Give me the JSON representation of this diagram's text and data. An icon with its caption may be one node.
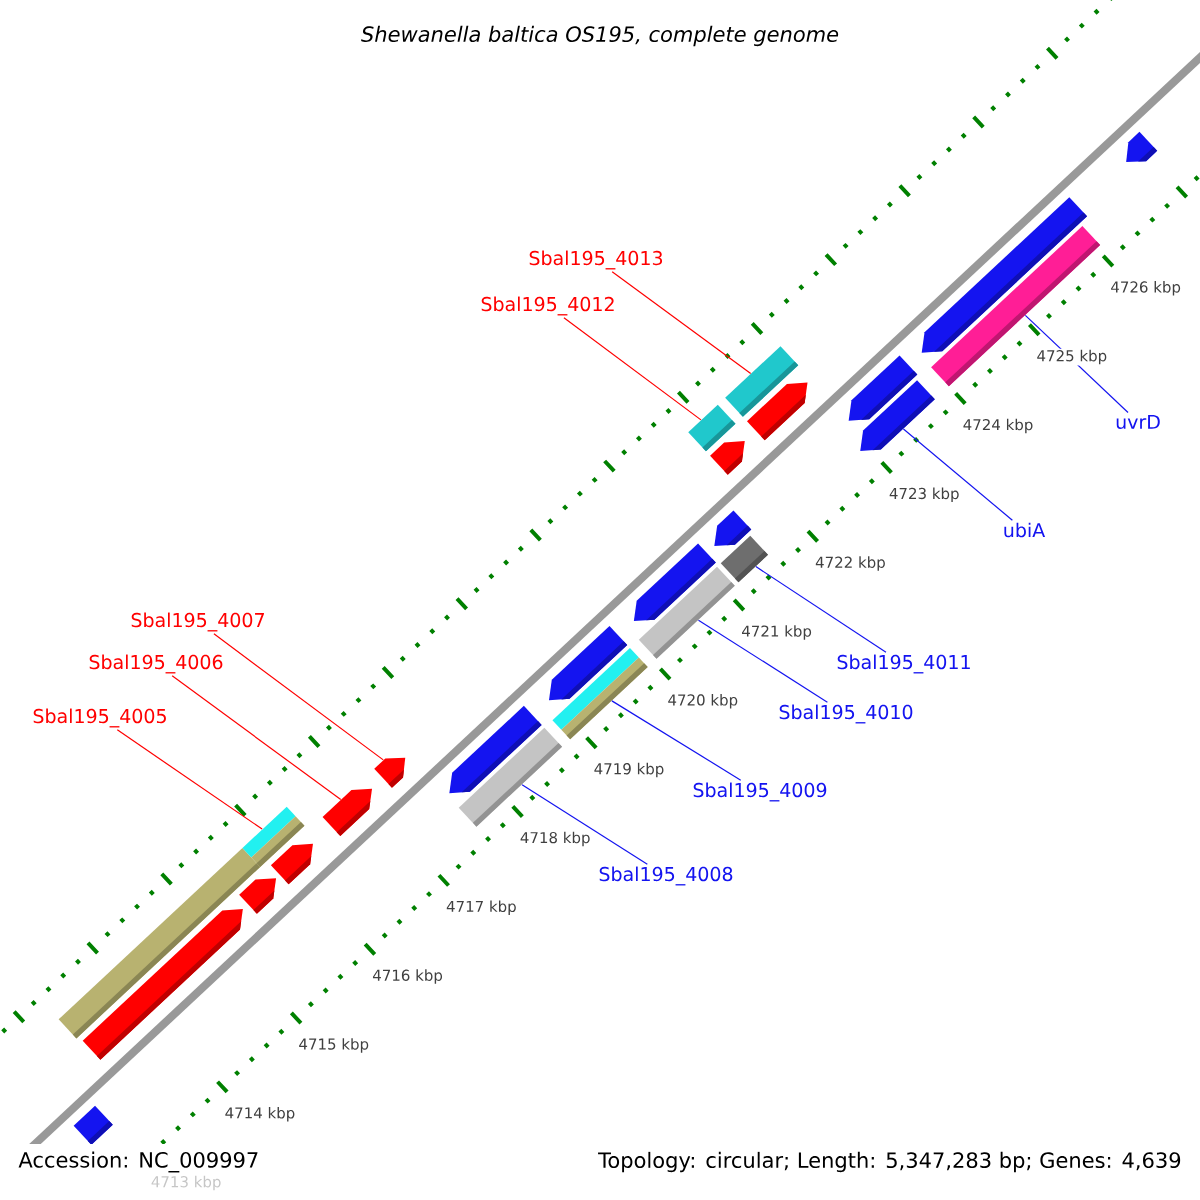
{
  "diagram": {
    "title": "Shewanella baltica OS195, complete genome",
    "nodes": [
      {
        "text": [
          "Sbal195_4013"
        ]
      },
      {
        "text": [
          "Sbal195_4012"
        ]
      },
      {
        "text": [
          "uvrD"
        ]
      },
      {
        "text": [
          "ubiA"
        ]
      },
      {
        "text": [
          "Sbal195_4007"
        ]
      },
      {
        "text": [
          "Sbal195_4006"
        ]
      },
      {
        "text": [
          "Sbal195_4011"
        ]
      },
      {
        "text": [
          "Sbal195_4010"
        ]
      },
      {
        "text": [
          "Sbal195_4005"
        ]
      },
      {
        "text": [
          "Sbal195_4009"
        ]
      },
      {
        "text": [
          "Sbal195_4008"
        ]
      },
      {
        "text": [],
        "shape": "bar"
      },
      {
        "text": [],
        "shape": "pentagon"
      },
      {
        "text": [],
        "shape": "bar"
      },
      {
        "text": [],
        "shape": "pentagon"
      },
      {
        "text": [],
        "shape": "pentagon"
      },
      {
        "text": [],
        "shape": "bar"
      },
      {
        "text": [],
        "shape": "pentagon"
      },
      {
        "text": [],
        "shape": "pentagon"
      },
      {
        "text": [],
        "shape": "pentagon"
      },
      {
        "text": [],
        "shape": "bar"
      },
      {
        "text": [],
        "shape": "pentagon"
      },
      {
        "text": [],
        "shape": "bar"
      },
      {
        "text": [],
        "shape": "pentagon"
      },
      {
        "text": [],
        "shape": "bar"
      },
      {
        "text": [],
        "shape": "pentagon"
      },
      {
        "text": [],
        "shape": "bar"
      },
      {
        "text": [],
        "shape": "bar"
      },
      {
        "text": [],
        "shape": "pentagon"
      },
      {
        "text": [],
        "shape": "bar"
      },
      {
        "text": [],
        "shape": "pentagon"
      },
      {
        "text": [],
        "shape": "pentagon"
      },
      {
        "text": [],
        "shape": "pentagon"
      },
      {
        "text": [],
        "shape": "pentagon"
      },
      {
        "text": [],
        "shape": "bar"
      },
      {
        "text": [],
        "shape": "pentagon"
      }
    ],
    "edges": [
      {
        "from": 0,
        "to": 29,
        "arrow": "none",
        "color": "#ff0000"
      },
      {
        "from": 1,
        "to": 27,
        "arrow": "none",
        "color": "#ff0000"
      },
      {
        "from": 2,
        "to": 34,
        "arrow": "none"
      },
      {
        "from": 3,
        "to": 31,
        "arrow": "none"
      },
      {
        "from": 4,
        "to": 18,
        "arrow": "none",
        "color": "#ff0000"
      },
      {
        "from": 5,
        "to": 17,
        "arrow": "none",
        "color": "#ff0000"
      },
      {
        "from": 6,
        "to": 26,
        "arrow": "none"
      },
      {
        "from": 7,
        "to": 24,
        "arrow": "none"
      },
      {
        "from": 8,
        "to": 16,
        "arrow": "none",
        "color": "#ff0000"
      },
      {
        "from": 9,
        "to": 22,
        "arrow": "none"
      },
      {
        "from": 10,
        "to": 20,
        "arrow": "none"
      }
    ],
    "labels": [
      "4713 kbp",
      "4714 kbp",
      "4715 kbp",
      "4716 kbp",
      "4717 kbp",
      "4718 kbp",
      "4719 kbp",
      "4720 kbp",
      "4721 kbp",
      "4722 kbp",
      "4723 kbp",
      "4724 kbp",
      "4725 kbp",
      "4726 kbp",
      "Accession: NC_009997",
      "Topology: circular; Length: 5,347,283 bp; Genes: 4,639"
    ]
  }
}
